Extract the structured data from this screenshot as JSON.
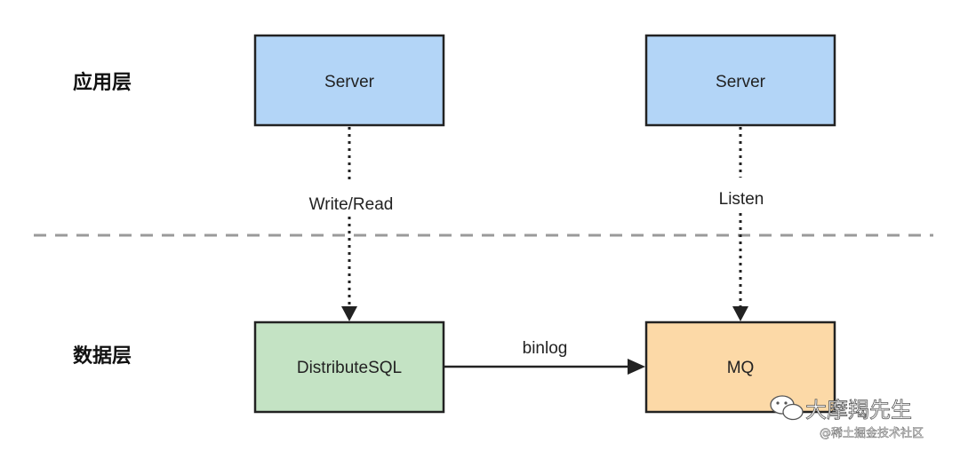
{
  "layers": {
    "application": "应用层",
    "data": "数据层"
  },
  "nodes": {
    "server_left": "Server",
    "server_right": "Server",
    "distributesql": "DistributeSQL",
    "mq": "MQ"
  },
  "edges": {
    "write_read": "Write/Read",
    "listen": "Listen",
    "binlog": "binlog"
  },
  "colors": {
    "server_fill": "#b3d5f7",
    "sql_fill": "#c4e3c4",
    "mq_fill": "#fcd9a7",
    "border": "#222222",
    "divider": "#9a9a9a"
  },
  "watermark": {
    "main": "大摩羯先生",
    "sub": "@稀土掘金技术社区"
  }
}
